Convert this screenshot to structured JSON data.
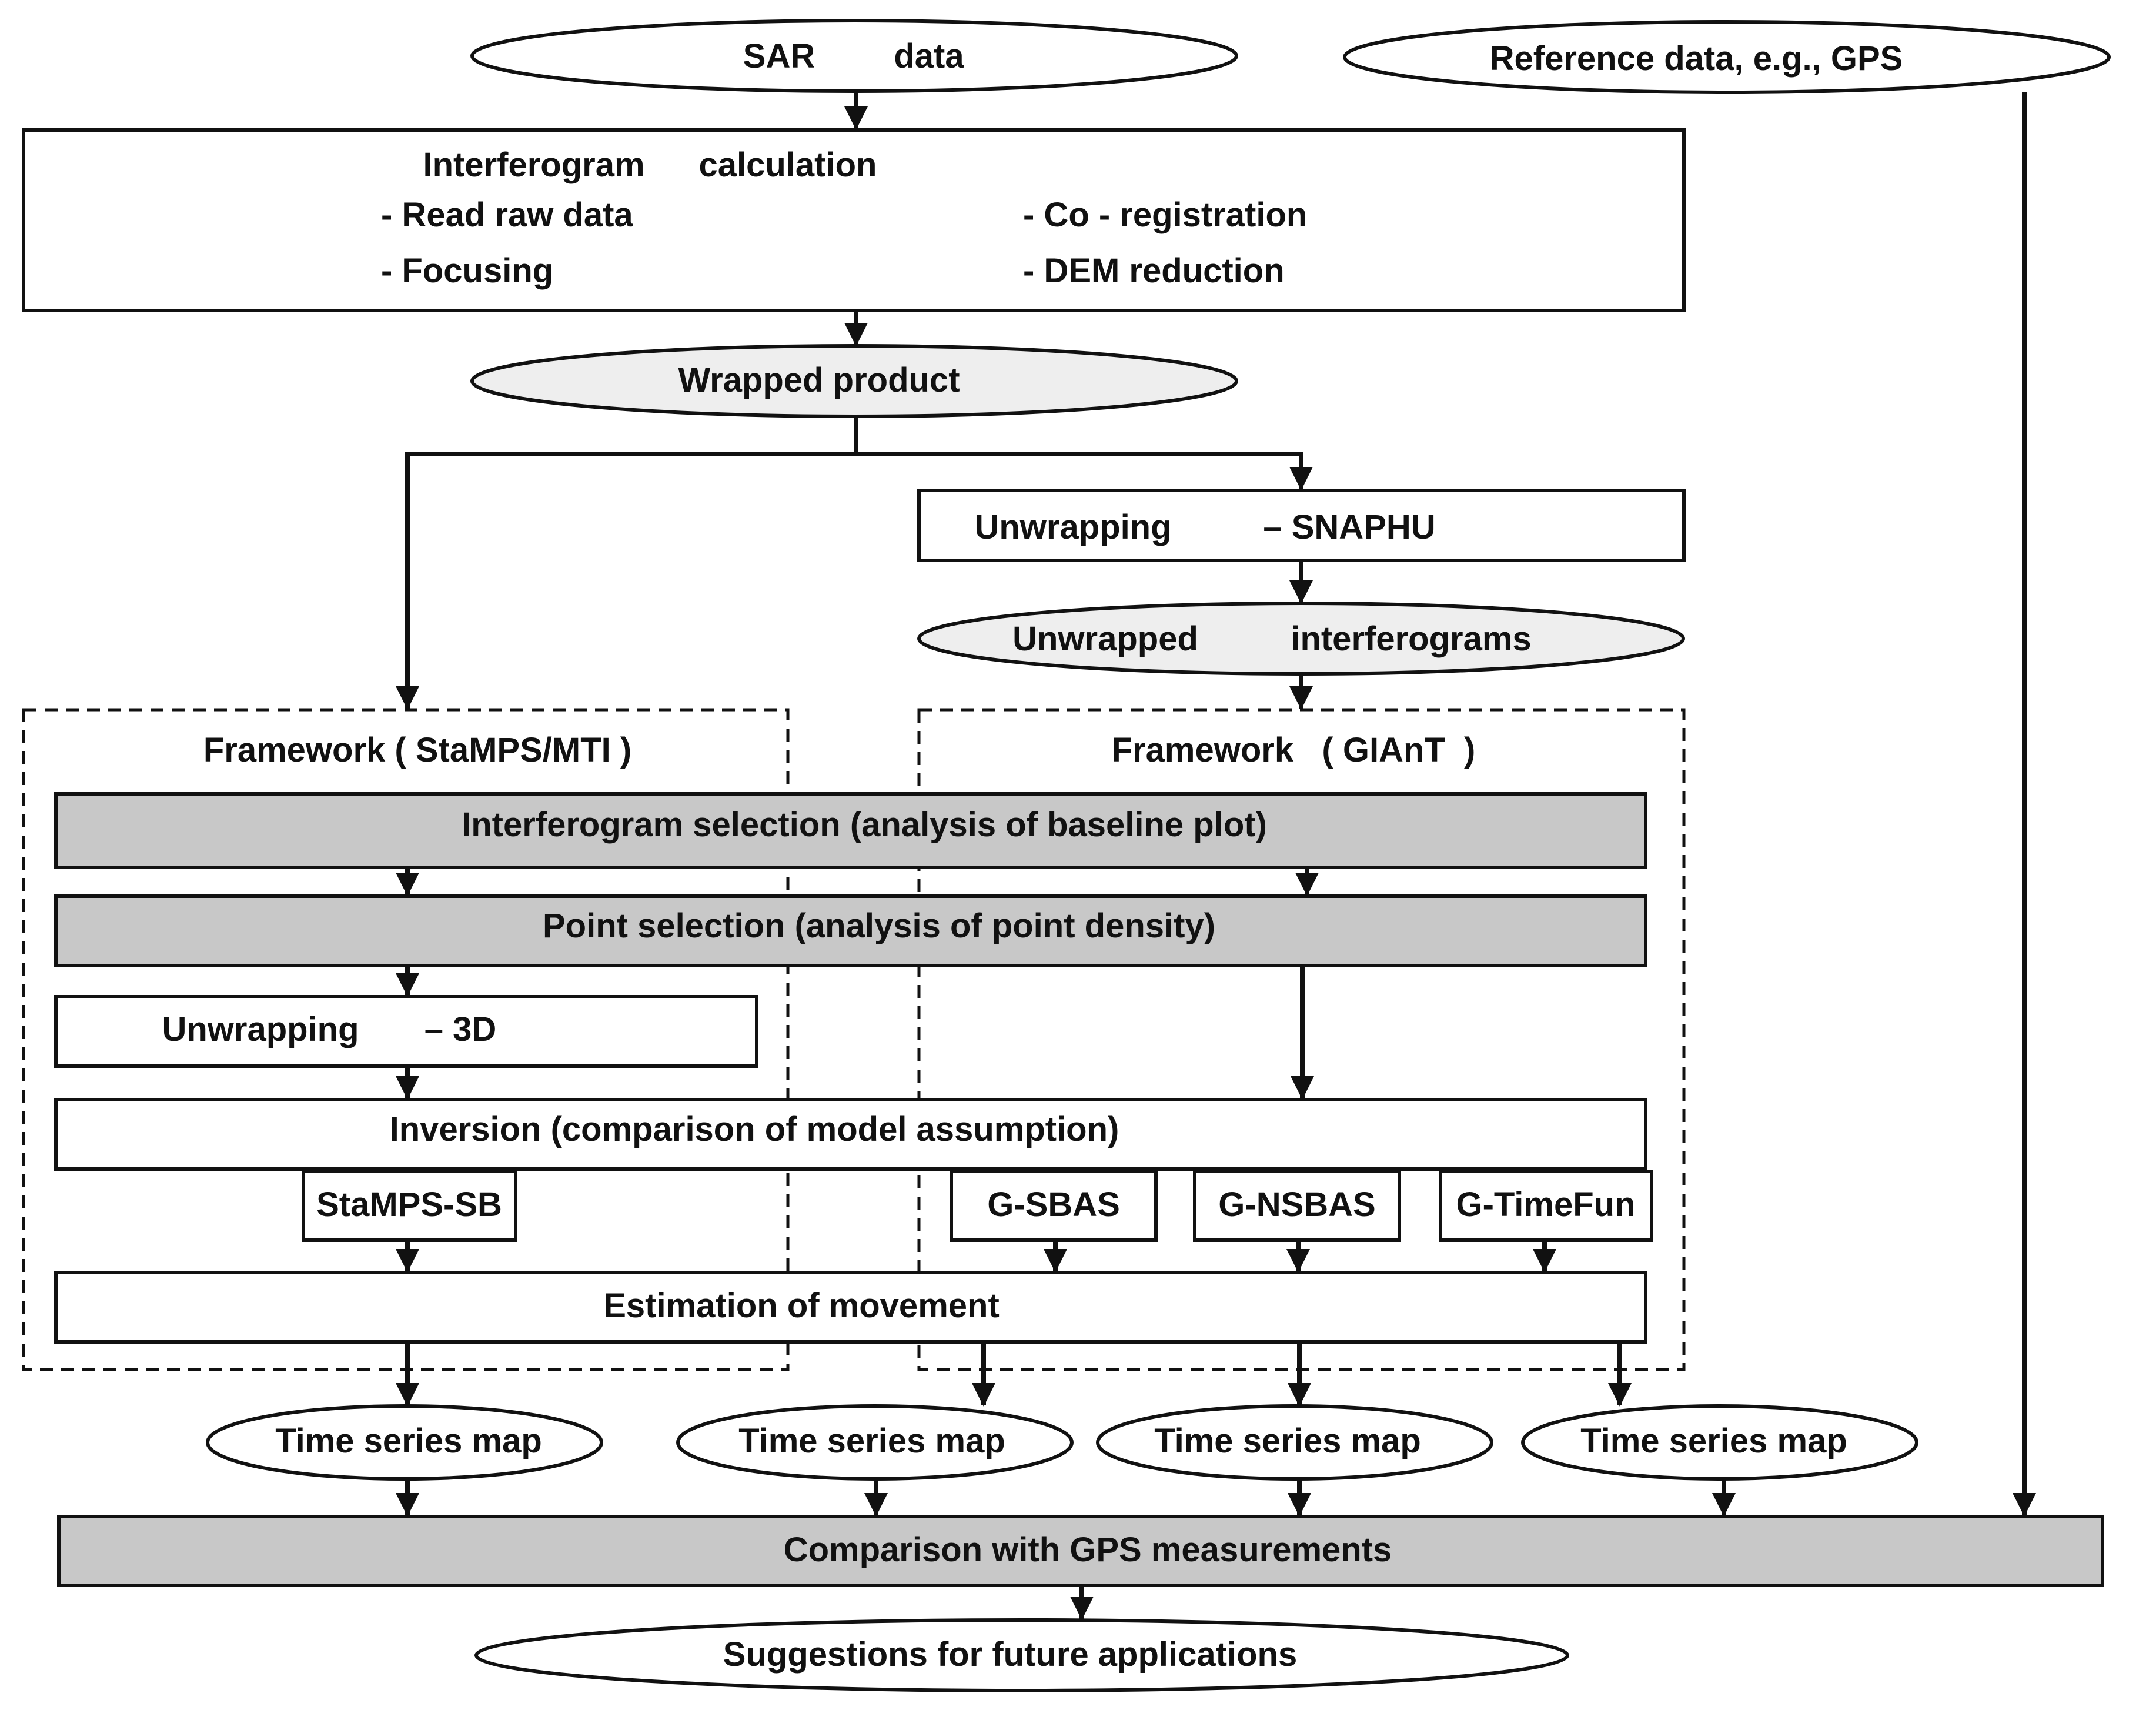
{
  "inputs": {
    "sar_data": [
      "SAR",
      "data"
    ],
    "reference_data": "Reference data, e.g., GPS"
  },
  "interferogram_calculation": {
    "title": [
      "Interferogram",
      "calculation"
    ],
    "steps_left": [
      "- Read raw data",
      "- Focusing"
    ],
    "steps_right": [
      "- Co - registration",
      "- DEM reduction"
    ]
  },
  "wrapped_product": "Wrapped product",
  "unwrapping_snaphu": [
    "Unwrapping",
    "– SNAPHU"
  ],
  "unwrapped_interferograms": [
    "Unwrapped",
    "interferograms"
  ],
  "frameworks": {
    "stamps": "Framework ( StaMPS/MTI )",
    "giant": "Framework   ( GIAnT  )"
  },
  "steps": {
    "interferogram_selection": "Interferogram selection (analysis of baseline plot)",
    "point_selection": "Point selection (analysis of point density)",
    "unwrapping_3d": [
      "Unwrapping",
      "– 3D"
    ],
    "inversion": "Inversion (comparison of model assumption)",
    "estimation": "Estimation of movement"
  },
  "methods": [
    "StaMPS-SB",
    "G-SBAS",
    "G-NSBAS",
    "G-TimeFun"
  ],
  "time_series_maps": [
    "Time series map",
    "Time series map",
    "Time series map",
    "Time series map"
  ],
  "comparison": "Comparison with GPS measurements",
  "suggestions": "Suggestions for future applications"
}
